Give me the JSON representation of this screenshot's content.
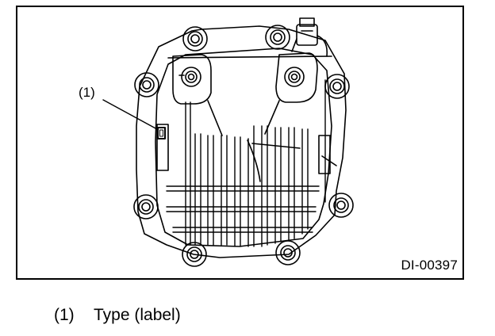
{
  "figure": {
    "code": "DI-00397",
    "callouts": [
      {
        "number": "(1)"
      }
    ]
  },
  "legend": {
    "items": [
      {
        "number": "(1)",
        "text": "Type (label)"
      }
    ]
  }
}
